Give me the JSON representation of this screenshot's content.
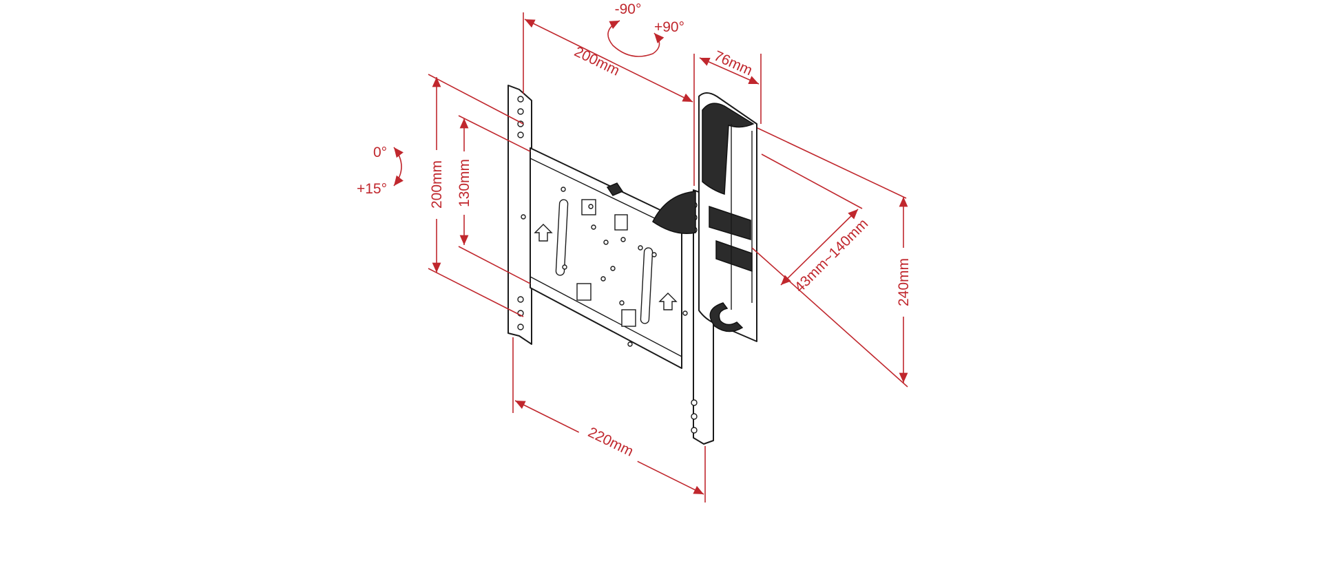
{
  "diagram": {
    "dimensions": {
      "top_width": "200mm",
      "arm_depth": "76mm",
      "left_height_outer": "200mm",
      "left_height_inner": "130mm",
      "bottom_width": "220mm",
      "arm_extension": "43mm~140mm",
      "right_height": "240mm"
    },
    "rotation": {
      "swivel_left": "-90°",
      "swivel_right": "+90°",
      "tilt_zero": "0°",
      "tilt_max": "+15°"
    },
    "colors": {
      "dimension": "#c0272d",
      "outline": "#1a1a1a",
      "arm_fill": "#2b2b2b",
      "background": "#ffffff"
    }
  }
}
